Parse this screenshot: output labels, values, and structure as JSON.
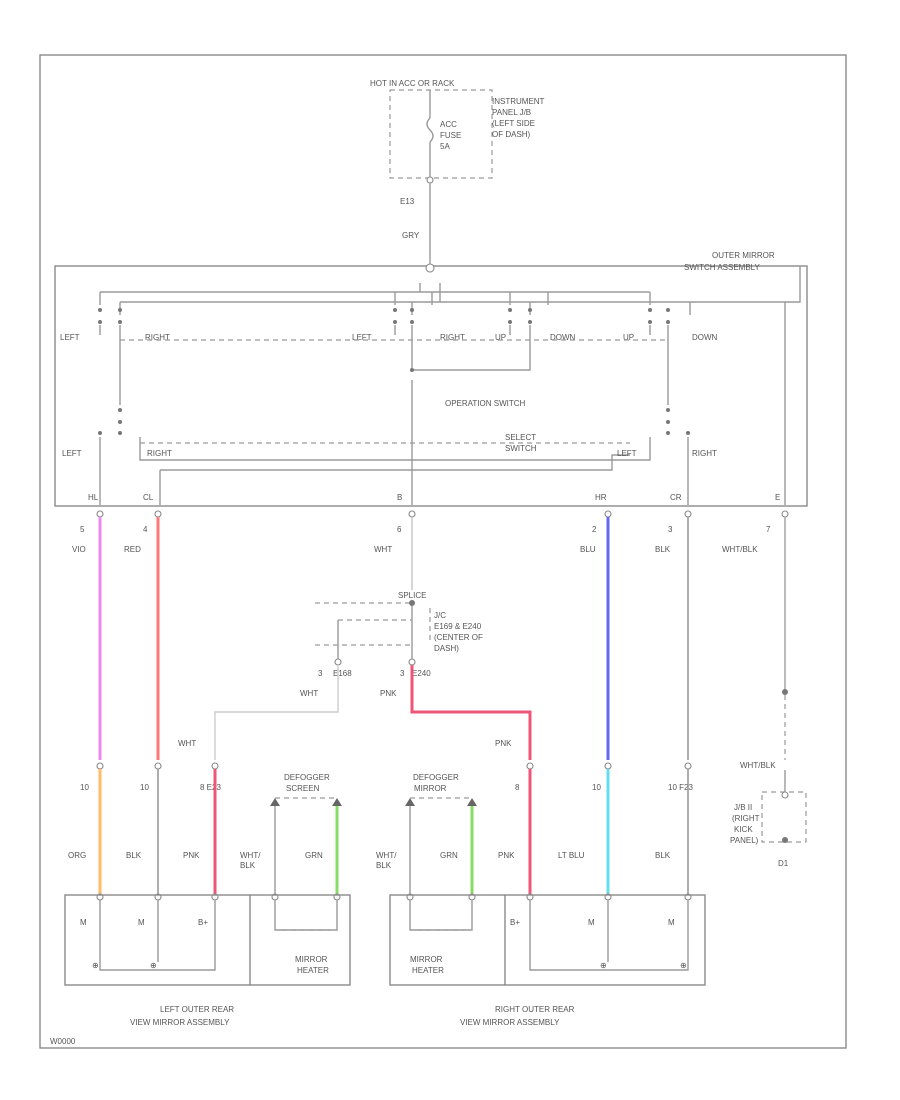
{
  "fuse_block": {
    "source": "HOT IN ACC OR RACK",
    "fuse_label": [
      "ACC",
      "FUSE",
      "5A"
    ],
    "panel_label": [
      "INSTRUMENT",
      "PANEL J/B",
      "(LEFT SIDE",
      "OF DASH)"
    ],
    "connector": "E13",
    "wire": "GRY"
  },
  "switch_assembly": {
    "label": [
      "OUTER MIRROR",
      "SWITCH ASSEMBLY"
    ],
    "operation_label": "OPERATION SWITCH",
    "select_label": [
      "SELECT",
      "SWITCH"
    ],
    "top_labels": {
      "left": "LEFT",
      "right_a": "RIGHT",
      "left_b": "LEFT",
      "right": "RIGHT",
      "up": "UP",
      "down_a": "DOWN",
      "up_b": "UP",
      "down": "DOWN"
    },
    "bottom_labels": {
      "left": "LEFT",
      "right_a": "RIGHT",
      "left_b": "LEFT",
      "right_b": "RIGHT"
    },
    "pins": [
      "HL",
      "CL",
      "B",
      "HR",
      "CR",
      "E"
    ]
  },
  "upper_wires": [
    {
      "num": "5",
      "color_name": "VIO",
      "stroke": "#ee88ee"
    },
    {
      "num": "4",
      "color_name": "RED",
      "stroke": "#ff7777"
    },
    {
      "num": "6",
      "color_name": "WHT",
      "stroke": "#cccccc"
    },
    {
      "num": "2",
      "color_name": "BLU",
      "stroke": "#6666ee"
    },
    {
      "num": "3",
      "color_name": "BLK",
      "stroke": "#999999"
    },
    {
      "num": "7",
      "color_name": "WHT/BLK",
      "stroke": "#aaaaaa"
    }
  ],
  "junction": {
    "name": "SPLICE",
    "label": [
      "J/C",
      "E169 & E240",
      "(CENTER OF",
      "DASH)"
    ],
    "left_conn": "E168",
    "right_conn": "E240",
    "left_pin": "3",
    "right_pin": "3",
    "left_wire": "WHT",
    "right_wire": "PNK"
  },
  "mid_labels": {
    "wht_left": "WHT",
    "pnk_right": "PNK",
    "ground_wire": "WHT/BLK",
    "left_conns": [
      "10",
      "10",
      "8  E23"
    ],
    "right_conns": [
      "8",
      "10",
      "10  F23"
    ]
  },
  "defogger": {
    "left": [
      "DEFOGGER",
      "SCREEN"
    ],
    "right": [
      "DEFOGGER",
      "MIRROR"
    ]
  },
  "lower_wires": {
    "left": [
      "ORG",
      "BLK",
      "PNK",
      "WHT/\nBLK",
      "GRN"
    ],
    "right": [
      "WHT/\nBLK",
      "GRN",
      "PNK",
      "LT BLU",
      "BLK"
    ]
  },
  "ground": {
    "label": [
      "J/B II",
      "(RIGHT",
      "KICK",
      "PANEL)"
    ],
    "id": "D1"
  },
  "left_mirror": {
    "pins": [
      "M",
      "M",
      "B+"
    ],
    "heater": [
      "MIRROR",
      "HEATER"
    ],
    "caption": [
      "LEFT OUTER REAR",
      "VIEW MIRROR ASSEMBLY"
    ]
  },
  "right_mirror": {
    "pins": [
      "B+",
      "M",
      "M"
    ],
    "heater": [
      "MIRROR",
      "HEATER"
    ],
    "caption": [
      "RIGHT OUTER REAR",
      "VIEW MIRROR ASSEMBLY"
    ]
  },
  "figure_id": "W0000",
  "colors": {
    "violet": "#ee88ee",
    "red": "#ff7777",
    "pink": "#ee5577",
    "blue": "#6666ee",
    "orange": "#ffbb66",
    "green": "#88dd66",
    "lightblue": "#66ddee",
    "line": "#9a9a9a"
  }
}
